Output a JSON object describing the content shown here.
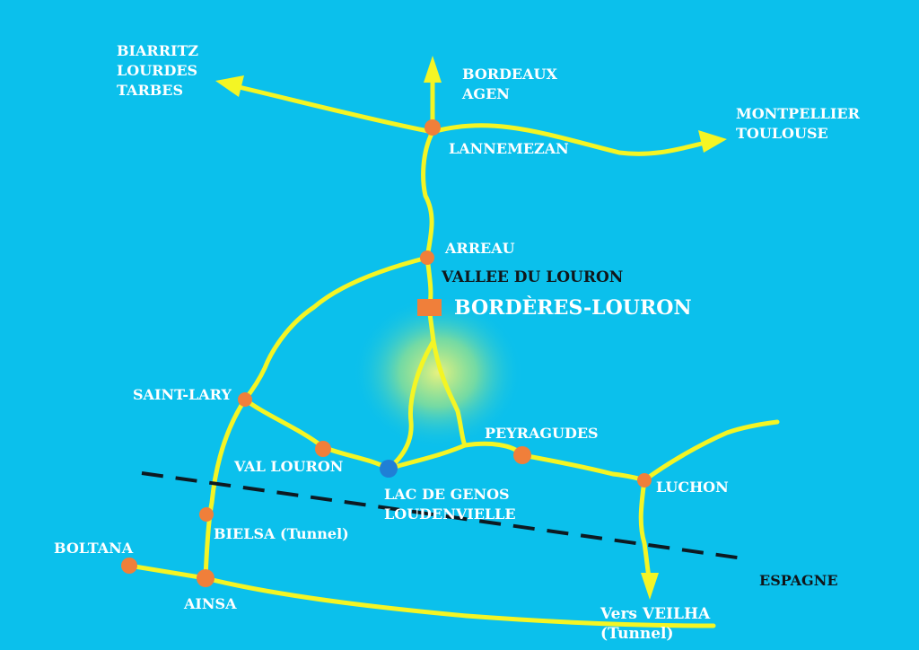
{
  "colors": {
    "background": "#0bc0ec",
    "road": "#f4f524",
    "town": "#f07f3a",
    "lake": "#1f7fd6",
    "border": "#0d1a22",
    "label": "#ffffff",
    "label_dark": "#10161a"
  },
  "destinations": {
    "west": [
      "BIARRITZ",
      "LOURDES",
      "TARBES"
    ],
    "north": [
      "BORDEAUX",
      "AGEN"
    ],
    "east": [
      "MONTPELLIER",
      "TOULOUSE"
    ],
    "south": [
      "Vers VEILHA",
      "(Tunnel)"
    ]
  },
  "towns": {
    "lannemezan": "LANNEMEZAN",
    "arreau": "ARREAU",
    "saint_lary": "SAINT-LARY",
    "val_louron": "VAL LOURON",
    "peyragudes": "PEYRAGUDES",
    "luchon": "LUCHON",
    "bielsa": "BIELSA (Tunnel)",
    "boltana": "BOLTANA",
    "ainsa": "AINSA",
    "lake": [
      "LAC DE GENOS",
      "LOUDENVIELLE"
    ]
  },
  "region": {
    "valley": "VALLEE DU LOURON",
    "village": "BORDÈRES-LOURON",
    "country": "ESPAGNE"
  }
}
